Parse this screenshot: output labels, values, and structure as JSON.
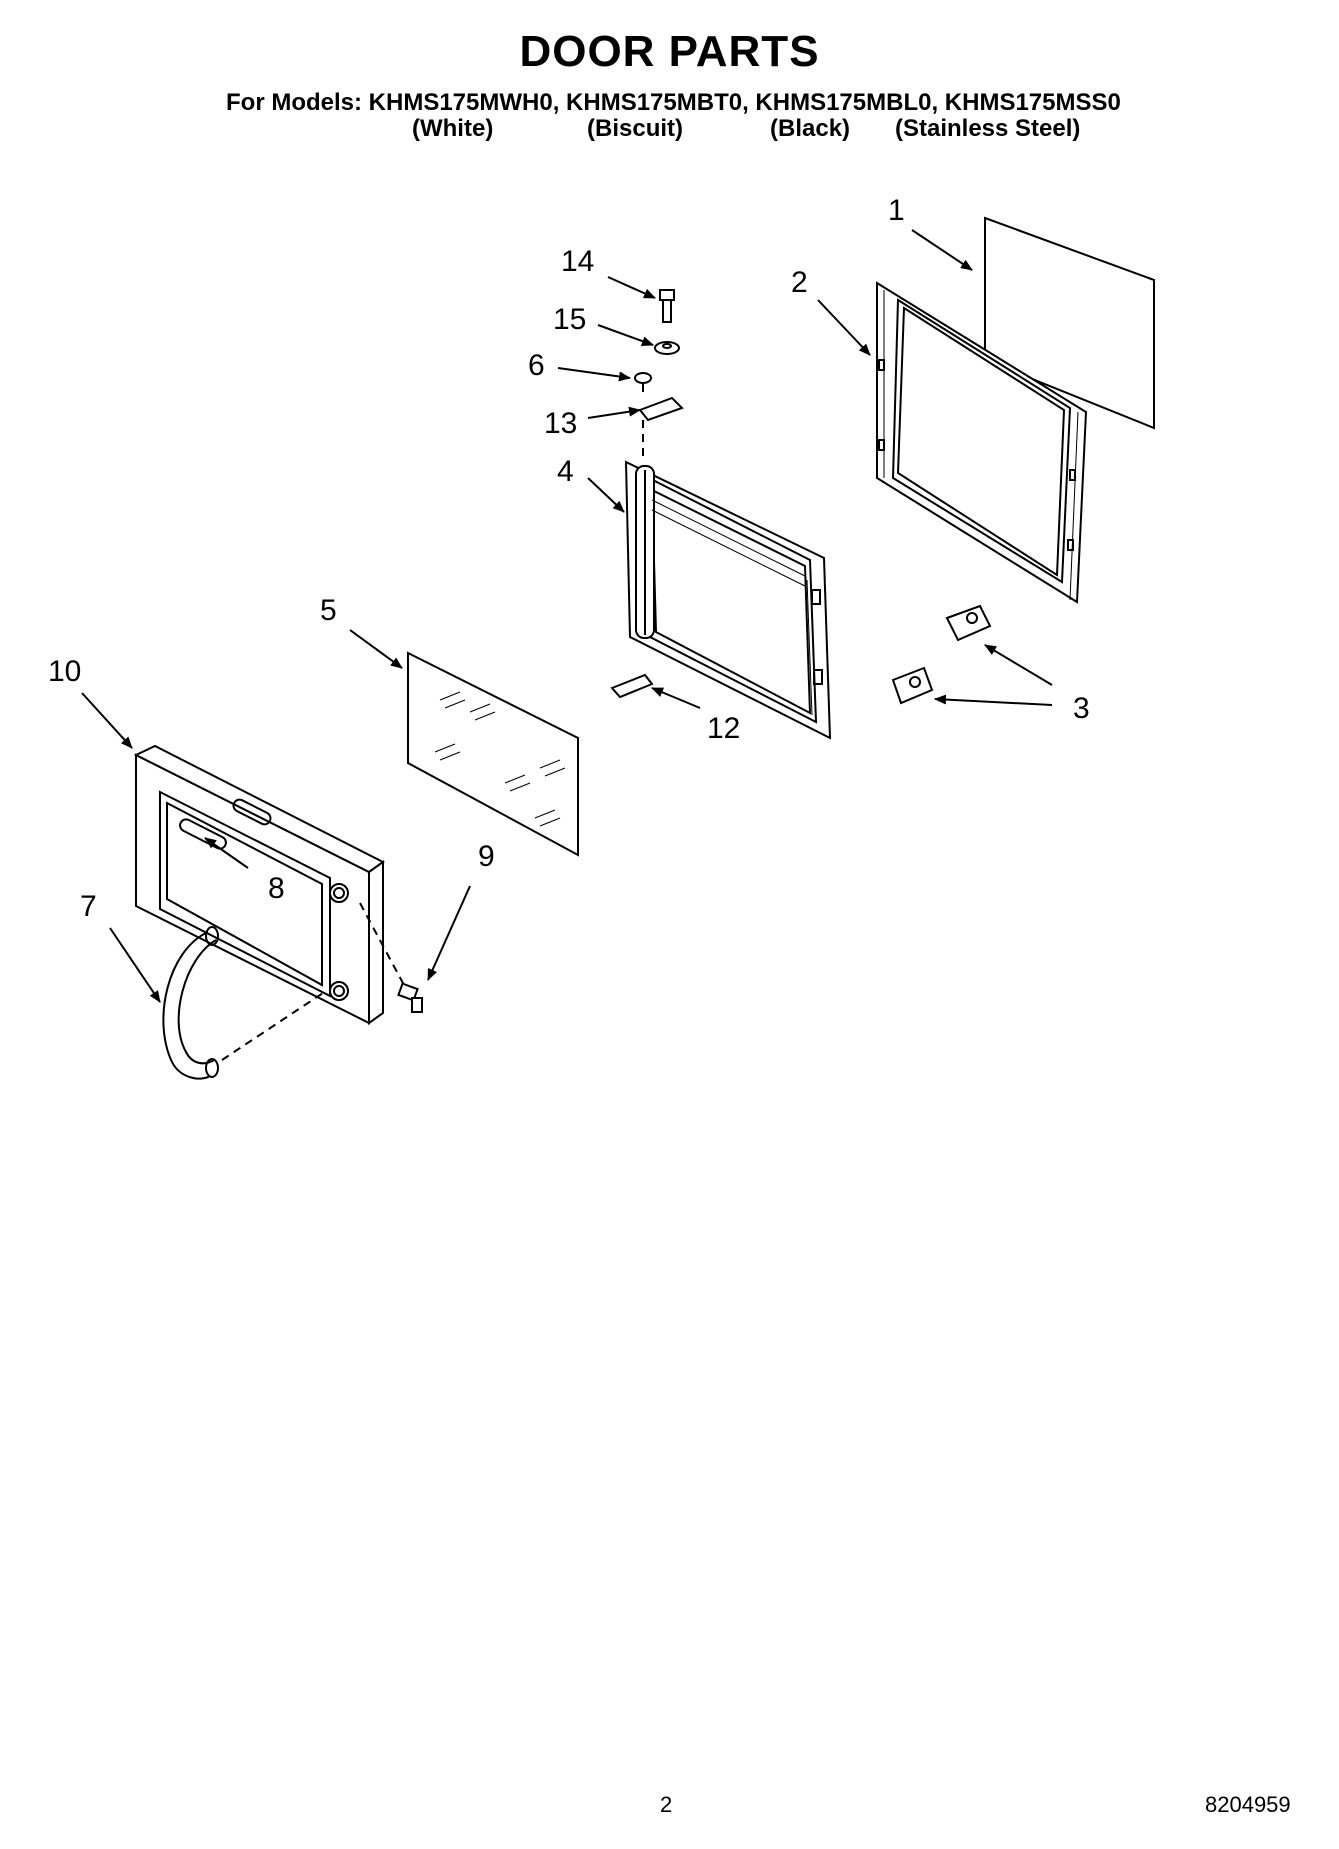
{
  "title": "DOOR PARTS",
  "models_line": "For Models: KHMS175MWH0, KHMS175MBT0, KHMS175MBL0, KHMS175MSS0",
  "variants": [
    "(White)",
    "(Biscuit)",
    "(Black)",
    "(Stainless Steel)"
  ],
  "callouts": {
    "c1": "1",
    "c2": "2",
    "c3": "3",
    "c4": "4",
    "c5": "5",
    "c6": "6",
    "c7": "7",
    "c8": "8",
    "c9": "9",
    "c10": "10",
    "c12": "12",
    "c13": "13",
    "c14": "14",
    "c15": "15"
  },
  "page_number": "2",
  "document_number": "8204959"
}
